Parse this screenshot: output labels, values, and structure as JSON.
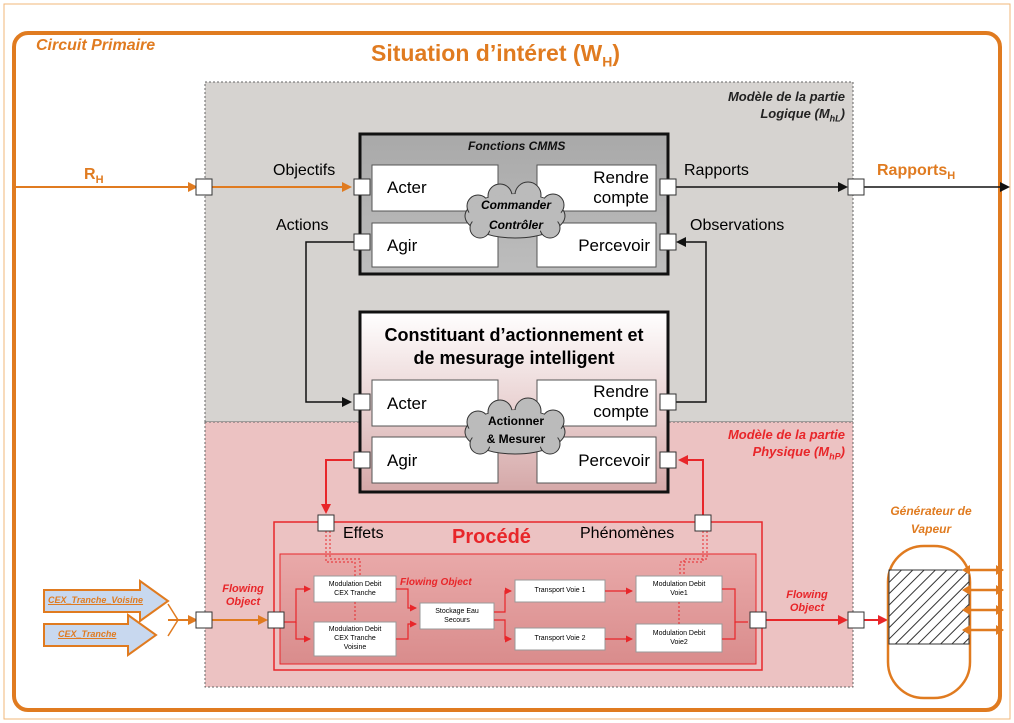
{
  "frame": {
    "circuit_label": "Circuit Primaire",
    "situation_title": "Situation d’intéret (W",
    "situation_sub": "H",
    "situation_close": ")"
  },
  "logic_model": {
    "line1": "Modèle de la partie",
    "line2": "Logique (M",
    "line2_sub": "hL",
    "line2_close": ")"
  },
  "physical_model": {
    "line1": "Modèle de la partie",
    "line2": "Physique (M",
    "line2_sub": "hP",
    "line2_close": ")"
  },
  "cmms": {
    "title": "Fonctions CMMS",
    "acter": "Acter",
    "agir": "Agir",
    "rendre": "Rendre",
    "compte": "compte",
    "percevoir": "Percevoir",
    "cloud_line1": "Commander",
    "cloud_line2": "Contrôler"
  },
  "constituant": {
    "title_line1": "Constituant d’actionnement et",
    "title_line2": "de mesurage intelligent",
    "acter": "Acter",
    "agir": "Agir",
    "rendre": "Rendre",
    "compte": "compte",
    "percevoir": "Percevoir",
    "cloud_line1": "Actionner",
    "cloud_line2": "& Mesurer"
  },
  "flows": {
    "rh": "R",
    "rh_sub": "H",
    "rapports_h": "Rapports",
    "rapports_h_sub": "H",
    "objectifs": "Objectifs",
    "rapports": "Rapports",
    "actions": "Actions",
    "observations": "Observations"
  },
  "procede": {
    "title": "Procédé",
    "effets": "Effets",
    "phenomenes": "Phénomènes",
    "flowing_object_inner": "Flowing Object",
    "nodes": {
      "mod_cex_tranche": [
        "Modulation Debit",
        "CEX Tranche"
      ],
      "mod_cex_voisine": [
        "Modulation Debit",
        "CEX Tranche",
        "Voisine"
      ],
      "stockage": [
        "Stockage Eau",
        "Secours"
      ],
      "transport1": "Transport Voie 1",
      "transport2": "Transport Voie 2",
      "mod_voie1": [
        "Modulation Debit",
        "Voie1"
      ],
      "mod_voie2": [
        "Modulation Debit",
        "Voie2"
      ]
    }
  },
  "inputs": {
    "cex_voisine": "CEX_Tranche_Voisine",
    "cex_tranche": "CEX_Tranche",
    "flowing_object_left": [
      "Flowing",
      "Object"
    ],
    "flowing_object_right": [
      "Flowing",
      "Object"
    ]
  },
  "generateur": {
    "line1": "Générateur de",
    "line2": "Vapeur"
  },
  "colors": {
    "orange": "#e07b20",
    "red": "#e8262a",
    "grey_zone": "#d6d3d0",
    "pink_zone": "#ecc2c2"
  }
}
